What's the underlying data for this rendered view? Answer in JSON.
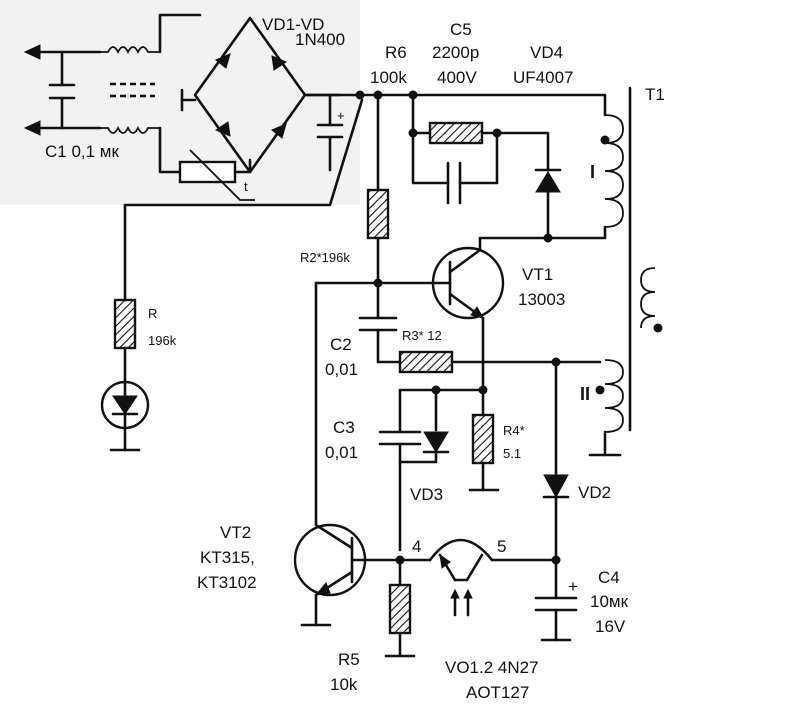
{
  "labels": {
    "vd1": "VD1-VD",
    "vd1_part": "1N400",
    "c1": "C1 0,1 мк",
    "thermistor_t": "t",
    "r6_name": "R6",
    "r6_val": "100k",
    "c5_name": "C5",
    "c5_val1": "2200p",
    "c5_val2": "400V",
    "vd4_name": "VD4",
    "vd4_part": "UF4007",
    "t1": "T1",
    "winding_1": "I",
    "winding_2": "II",
    "r2": "R2*196k",
    "r_name": "R",
    "r_val": "196k",
    "vt1_name": "VT1",
    "vt1_part": "13003",
    "c2_name": "C2",
    "c2_val": "0,01",
    "r3": "R3* 12",
    "c3_name": "C3",
    "c3_val": "0,01",
    "r4_name": "R4*",
    "r4_val": "5.1",
    "vd3": "VD3",
    "vd2": "VD2",
    "vt2_name": "VT2",
    "vt2_part1": "KT315,",
    "vt2_part2": "KT3102",
    "pin4": "4",
    "pin5": "5",
    "c4_name": "C4",
    "c4_val1": "10мк",
    "c4_val2": "16V",
    "r5_name": "R5",
    "r5_val": "10k",
    "vo_name": "VO1.2 4N27",
    "vo_part": "AOT127",
    "plus_c": "+",
    "plus_c4": "+"
  }
}
